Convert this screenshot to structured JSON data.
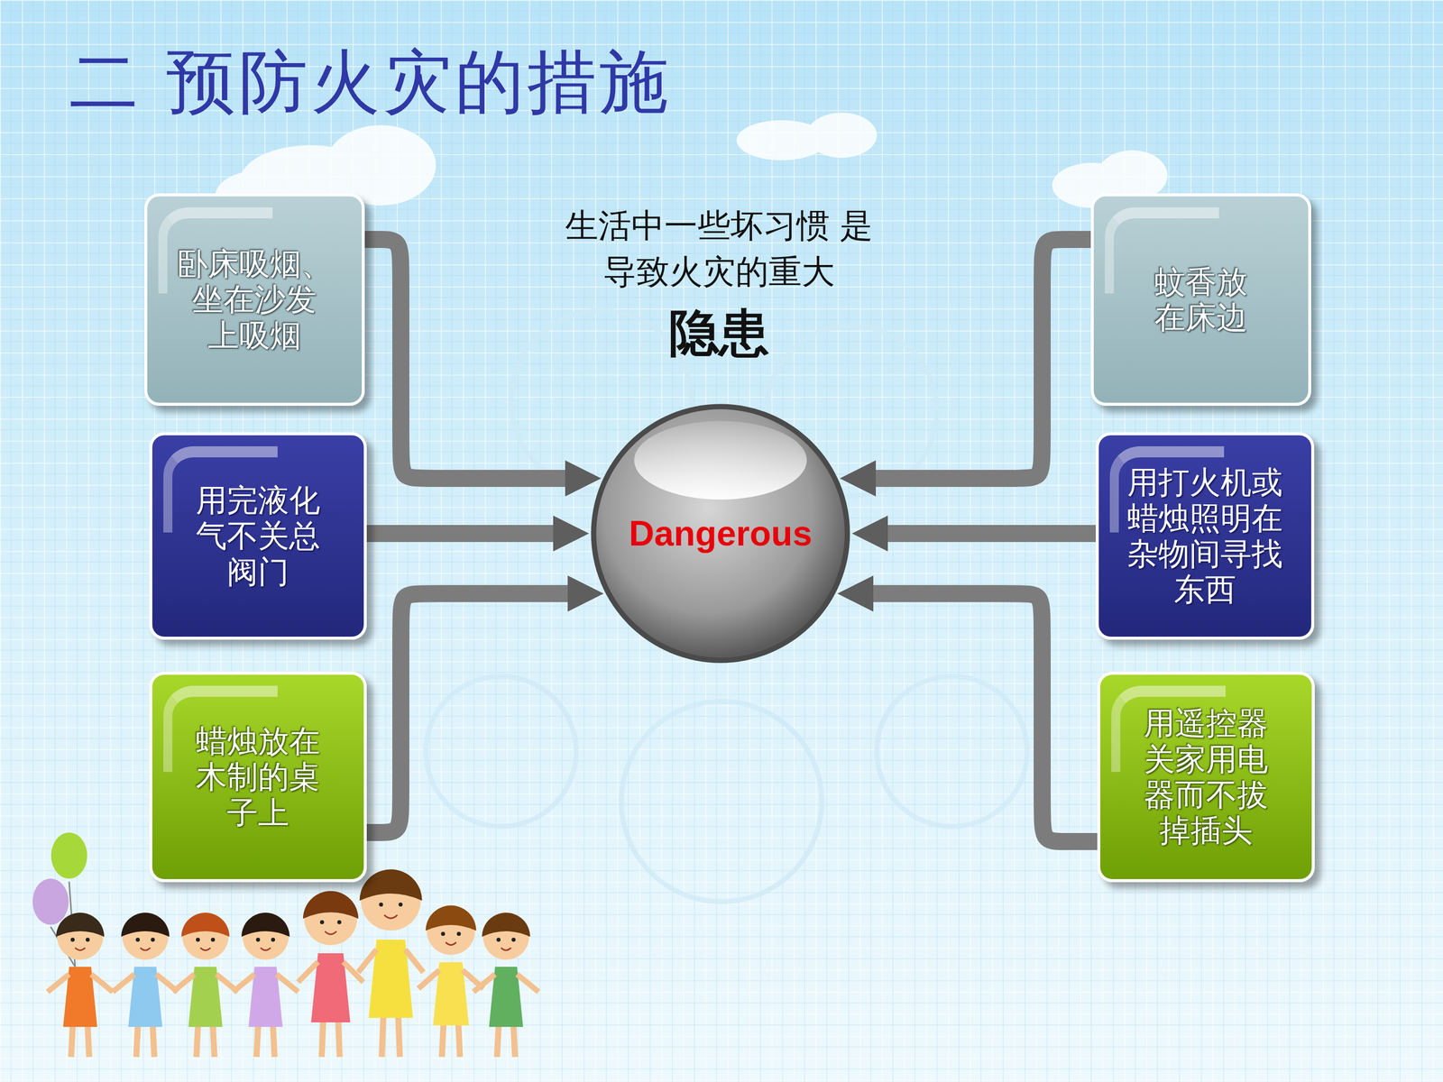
{
  "diagram": {
    "title": "二 预防火灾的措施",
    "nodes": [
      {
        "text": [
          "卧床吸烟、 坐在沙发 上吸烟"
        ]
      },
      {
        "text": [
          "用完液化 气不关总 阀门"
        ]
      },
      {
        "text": [
          "蜡烛放在 木制的桌 子上"
        ]
      },
      {
        "text": [
          "Dangerous"
        ]
      },
      {
        "text": [
          "蚊香放 在床边"
        ]
      },
      {
        "text": [
          "用打火机或 蜡烛照明在 杂物间寻找 东西"
        ]
      },
      {
        "text": [
          "用遥控器 关家用电 器而不拔 掉插头"
        ]
      }
    ],
    "edges": [
      {
        "from": 0,
        "to": 3,
        "arrow": "to"
      },
      {
        "from": 1,
        "to": 3,
        "arrow": "to"
      },
      {
        "from": 2,
        "to": 3,
        "arrow": "to"
      },
      {
        "from": 4,
        "to": 3,
        "arrow": "to"
      },
      {
        "from": 5,
        "to": 3,
        "arrow": "to"
      },
      {
        "from": 6,
        "to": 3,
        "arrow": "to"
      }
    ],
    "labels": [
      "生活中一些坏习惯 是导致火灾的重大",
      "隐患"
    ]
  }
}
